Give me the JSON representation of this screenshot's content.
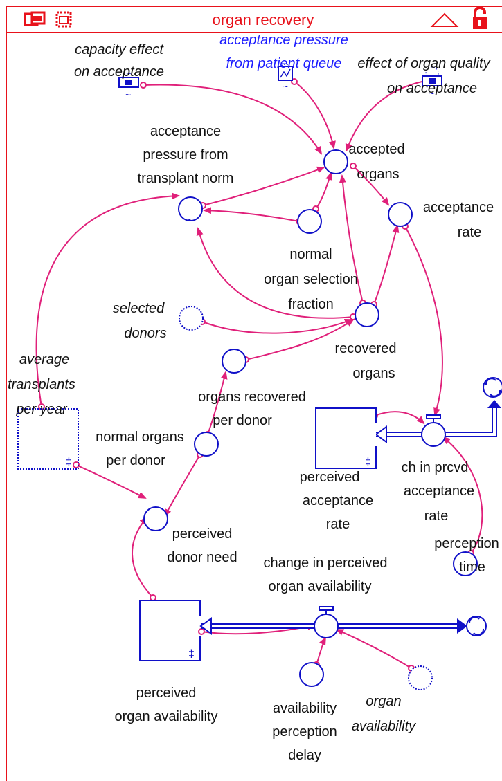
{
  "view": {
    "title": "organ recovery"
  },
  "toolbar": {
    "left_icons": [
      "windows-icon",
      "dotted-window-icon"
    ],
    "right_icons": [
      "triangle-up-icon",
      "unlocked-padlock-icon"
    ]
  },
  "colors": {
    "frame": "#e8121b",
    "variable": "#1010c8",
    "link": "#e0207a",
    "shadow_label": "#1c1cff"
  },
  "variables": {
    "capacity_effect": [
      "capacity effect",
      "on acceptance"
    ],
    "acceptance_pressure_patient_queue": [
      "acceptance pressure",
      "from patient queue"
    ],
    "effect_organ_quality": [
      "effect of organ quality",
      "on acceptance"
    ],
    "acceptance_pressure_transplant_norm": [
      "acceptance",
      "pressure from",
      "transplant norm"
    ],
    "accepted_organs": [
      "accepted",
      "organs"
    ],
    "acceptance_rate": [
      "acceptance",
      "rate"
    ],
    "normal_organ_selection_fraction": [
      "normal",
      "organ selection",
      "fraction"
    ],
    "selected_donors": [
      "selected",
      "donors"
    ],
    "recovered_organs": [
      "recovered",
      "organs"
    ],
    "average_transplants_per_year": [
      "average",
      "transplants",
      "per year"
    ],
    "organs_recovered_per_donor": [
      "organs recovered",
      "per donor"
    ],
    "normal_organs_per_donor": [
      "normal organs",
      "per donor"
    ],
    "perceived_acceptance_rate": [
      "perceived",
      "acceptance",
      "rate"
    ],
    "ch_in_prcvd_acceptance_rate": [
      "ch in prcvd",
      "acceptance",
      "rate"
    ],
    "perceived_donor_need": [
      "perceived",
      "donor need"
    ],
    "perception_time": [
      "perception",
      "time"
    ],
    "change_in_perceived_organ_availability": [
      "change in perceived",
      "organ availability"
    ],
    "perceived_organ_availability": [
      "perceived",
      "organ availability"
    ],
    "availability_perception_delay": [
      "availability",
      "perception",
      "delay"
    ],
    "organ_availability": [
      "organ",
      "availability"
    ]
  }
}
